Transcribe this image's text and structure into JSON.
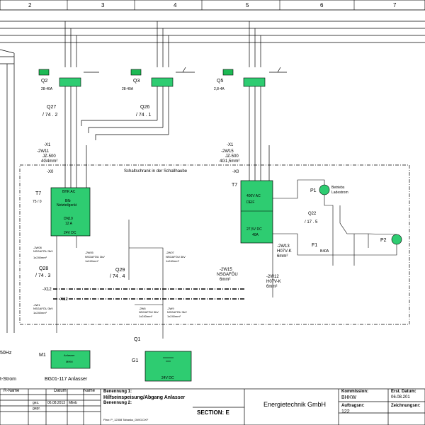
{
  "columns": [
    "2",
    "3",
    "4",
    "5",
    "6",
    "7"
  ],
  "breakers": [
    {
      "id": "Q2",
      "range": "28-40A"
    },
    {
      "id": "Q3",
      "range": "28-40A"
    },
    {
      "id": "Q5",
      "range": "2,8-4A"
    }
  ],
  "contactors": [
    {
      "id": "Q27",
      "ref": "/ 74 . 2"
    },
    {
      "id": "Q26",
      "ref": "/ 74 . 1"
    }
  ],
  "terminals": {
    "x1": "-X1",
    "x0": "-X0",
    "x12": "-X12",
    "x12b": "-X12"
  },
  "cables": {
    "w11": {
      "id": "-2W11",
      "type": "JZ-500",
      "size": "4G4mm²"
    },
    "w15": {
      "id": "-2W15",
      "type": "JZ-500",
      "size": "4G1,5mm²"
    },
    "w15b": {
      "id": "-2W15",
      "type": "NSGAFÖU",
      "size": "6mm²"
    },
    "w12": {
      "id": "-2W12",
      "type": "H07V-K",
      "size": "6mm²"
    },
    "w13": {
      "id": "-2W13",
      "type": "H07V-K",
      "size": "6mm²"
    }
  },
  "cabinet_label": "Schaltschrank in der Schallhaube",
  "t7_left": {
    "id": "T7",
    "sub": "75 / 0",
    "lines": [
      "BHK AC",
      "Bfb",
      "Netzteilgerät",
      "DN10",
      "12 A",
      "24V DC"
    ]
  },
  "t7_right": {
    "id": "T7",
    "lines": [
      "400V AC",
      "DEIF",
      "27,5V DC",
      "40A"
    ]
  },
  "p1": {
    "id": "P1",
    "desc": [
      "Betriebs",
      "Ladestrom"
    ]
  },
  "p2": {
    "id": "P2"
  },
  "q22": {
    "id": "Q22",
    "ref": "/ 17 . 5"
  },
  "f1": {
    "id": "F1",
    "rating": "B40A"
  },
  "q28": {
    "id": "Q28",
    "ref": "/ 74 . 3"
  },
  "q29": {
    "id": "Q29",
    "ref": "/ 74 . 4"
  },
  "q1": {
    "id": "Q1"
  },
  "g1": {
    "id": "G1",
    "label": "24V DC"
  },
  "m1": {
    "id": "M1",
    "lines": [
      "Anlasser",
      "MHM"
    ]
  },
  "anlasser_label": "BG01-117 Anlasser",
  "left_labels": {
    "hz": "50Hz",
    "strom": "t-Strom"
  },
  "small_cables": [
    {
      "id": "-2W08",
      "type": "NSGAFÖU 3kV",
      "size": "1x240mm²"
    },
    {
      "id": "-2W05",
      "type": "NSGAFÖU 3kV",
      "size": "1x240mm²"
    },
    {
      "id": "-2W07",
      "type": "NSGAFÖU 3kV",
      "size": "1x240mm²"
    },
    {
      "id": "-2W1",
      "type": "NSGAFÖU 3kV",
      "size": "1x240mm²"
    },
    {
      "id": "-2W6",
      "type": "NSGAFÖU 3kV",
      "size": "1x240mm²"
    },
    {
      "id": "-2W9",
      "type": "NSGAFÖU 3kV",
      "size": "1x240mm²"
    }
  ],
  "title_block": {
    "rname_header": "R-Name",
    "datum_header": "Datum",
    "name_header": "Name",
    "gez_label": "gez.",
    "gez_date": "06.08.2013",
    "gez_name": "Mlieb",
    "gepr_label": "gepr.",
    "benennung1_label": "Benennung 1:",
    "benennung1": "Hilfseinspeisung/Abgang Anlasser",
    "benennung2_label": "Benennung 2:",
    "file": "Plan: P_12308 Tabasko_DWG.DXF",
    "section": "SECTION: E",
    "company": "Energietechnik GmbH",
    "kommission_label": "Kommission:",
    "kommission": "BHKW",
    "auftrag_label": "Auftragsnr:",
    "auftrag": "122",
    "erst_label": "Erst. Datum:",
    "erst": "06.08.201",
    "zeichnung_label": "Zeichnungsnr:"
  }
}
